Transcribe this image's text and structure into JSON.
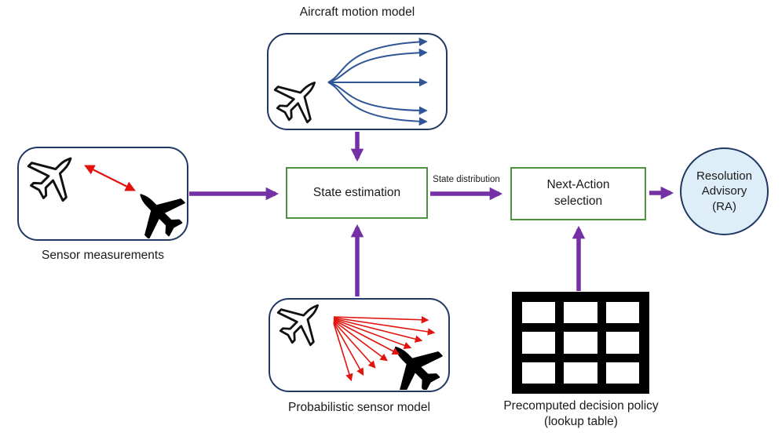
{
  "diagram": {
    "title_top": "Aircraft motion model",
    "nodes": {
      "motion_model": {
        "label": "Aircraft motion model"
      },
      "sensor_measurements": {
        "label": "Sensor measurements"
      },
      "state_estimation": {
        "label": "State estimation"
      },
      "next_action": {
        "label": "Next-Action\nselection"
      },
      "resolution_advisory": {
        "label": "Resolution\nAdvisory\n(RA)"
      },
      "probabilistic_sensor": {
        "label": "Probabilistic sensor model"
      },
      "decision_policy": {
        "label": "Precomputed decision policy\n(lookup table)"
      }
    },
    "edge_labels": {
      "state_distribution": "State distribution"
    },
    "icons": {
      "airplane_outline": "airplane-outline-icon",
      "airplane_filled": "airplane-filled-icon",
      "trajectory_fan": "trajectory-fan-icon",
      "sensor_ray_fan": "sensor-ray-fan-icon",
      "range_arrow": "range-double-arrow-icon",
      "lookup_table": "lookup-table-icon"
    },
    "colors": {
      "node_border_navy": "#1f3864",
      "process_border_green": "#4e9140",
      "flow_arrow_purple": "#7530a5",
      "trajectory_blue": "#2f5597",
      "sensor_red": "#e0140c",
      "advisory_fill": "#ddeef8",
      "table_black": "#000000"
    }
  }
}
